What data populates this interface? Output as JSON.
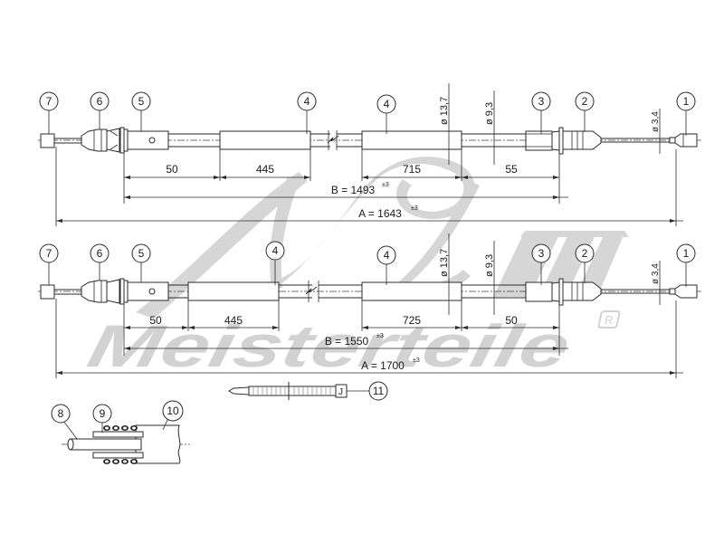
{
  "watermark": {
    "brand_top": "A.L.",
    "brand_bottom": "Meisterteile",
    "registered_mark": "R"
  },
  "variant_1": {
    "callouts": [
      "7",
      "6",
      "5",
      "4",
      "4",
      "3",
      "2",
      "1"
    ],
    "dims": {
      "d1": "50",
      "d2": "445",
      "d3": "715",
      "d4": "55",
      "B_label": "B = 1493",
      "B_tol": "±3",
      "A_label": "A = 1643",
      "A_tol": "±3"
    },
    "diameters": {
      "outer": "ø 13,7",
      "inner": "ø 9,3",
      "wire": "ø 3,4"
    }
  },
  "variant_2": {
    "callouts": [
      "7",
      "6",
      "5",
      "4",
      "4",
      "3",
      "2",
      "1"
    ],
    "dims": {
      "d1": "50",
      "d2": "445",
      "d3": "725",
      "d4": "50",
      "B_label": "B = 1550",
      "B_tol": "±3",
      "A_label": "A = 1700",
      "A_tol": "±3"
    },
    "diameters": {
      "outer": "ø 13,7",
      "inner": "ø 9,3",
      "wire": "ø 3,4"
    }
  },
  "detail": {
    "callouts": [
      "8",
      "9",
      "10"
    ],
    "cable_tie_callout": "11"
  }
}
